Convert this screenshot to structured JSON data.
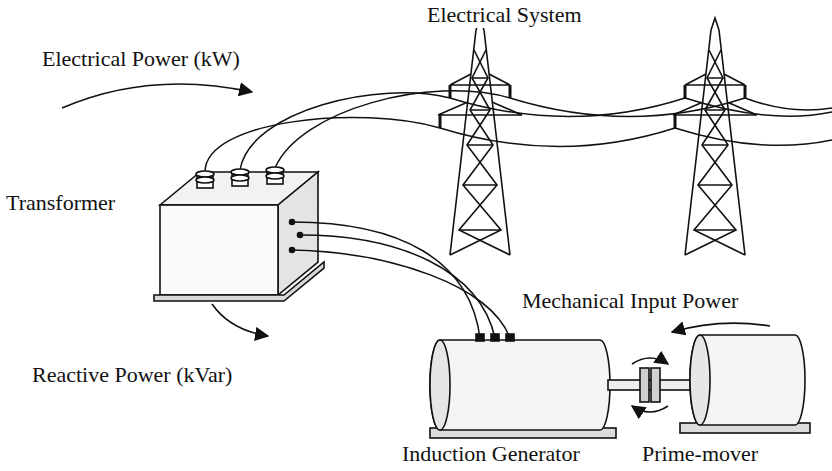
{
  "diagram": {
    "labels": [
      "Electrical System",
      "Electrical Power (kW)",
      "Transformer",
      "Mechanical Input Power",
      "Reactive Power (kVar)",
      "Induction Generator",
      "Prime-mover"
    ]
  }
}
